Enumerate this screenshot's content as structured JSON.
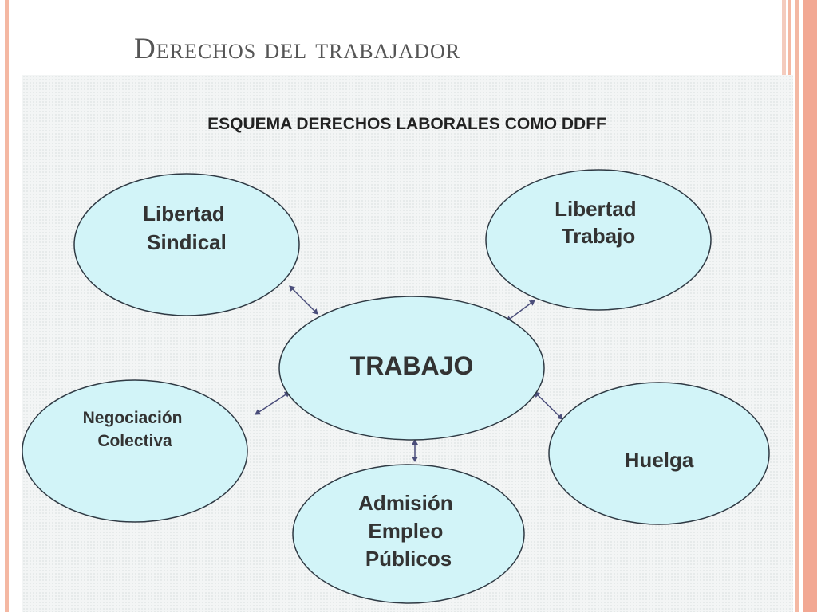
{
  "slide": {
    "title": "Derechos del trabajador"
  },
  "diagram": {
    "heading": "ESQUEMA DERECHOS LABORALES COMO DDFF",
    "colors": {
      "node_fill": "#d2f4f8",
      "node_stroke": "#2f3a44",
      "arrow": "#4a4d7a",
      "accent_border": "#f4b8a3"
    },
    "nodes": {
      "center": {
        "lines": [
          "TRABAJO"
        ]
      },
      "libertad_sindical": {
        "lines": [
          "Libertad",
          "Sindical"
        ]
      },
      "libertad_trabajo": {
        "lines": [
          "Libertad",
          "Trabajo"
        ]
      },
      "negociacion_colectiva": {
        "lines": [
          "Negociación",
          "Colectiva"
        ]
      },
      "huelga": {
        "lines": [
          "Huelga"
        ]
      },
      "admision_empleo": {
        "lines": [
          "Admisión",
          "Empleo",
          "Públicos"
        ]
      }
    }
  }
}
